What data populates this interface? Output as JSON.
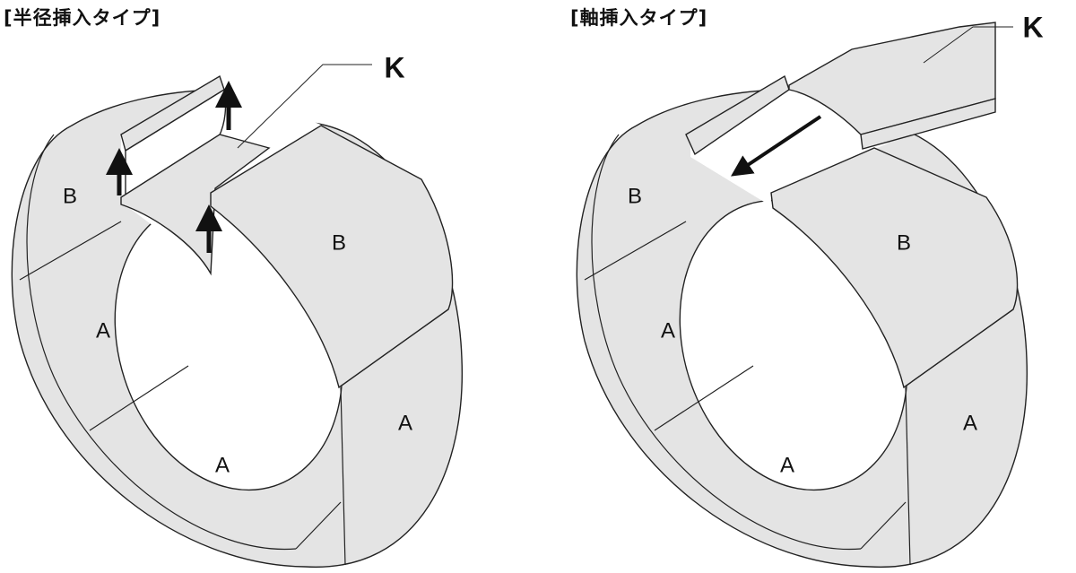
{
  "left": {
    "title": "[半径挿入タイプ]",
    "labels": {
      "b1": "B",
      "a1": "A",
      "a2": "A",
      "a3": "A",
      "b2": "B",
      "k": "K"
    }
  },
  "right": {
    "title": "[軸挿入タイプ]",
    "labels": {
      "b1": "B",
      "a1": "A",
      "a2": "A",
      "a3": "A",
      "b2": "B",
      "k": "K"
    }
  },
  "colors": {
    "segment_fill": "#e4e4e4",
    "outline": "#222222"
  }
}
